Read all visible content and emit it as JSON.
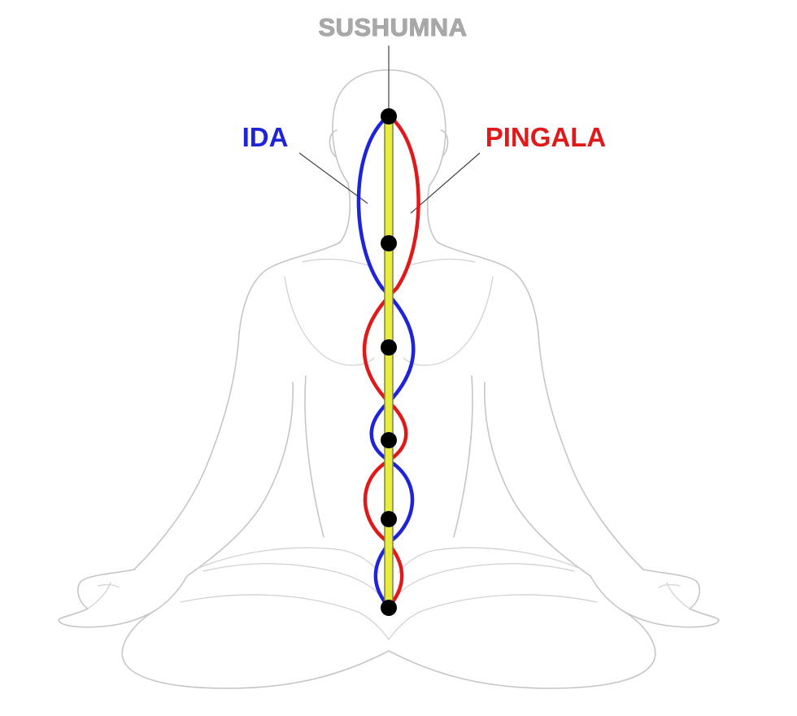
{
  "labels": {
    "sushumna": "SUSHUMNA",
    "ida": "IDA",
    "pingala": "PINGALA"
  },
  "colors": {
    "sushumna_fill": "#e8ec3a",
    "sushumna_edge": "#7f7f5a",
    "ida": "#1f24d8",
    "pingala": "#e01a1a",
    "chakra": "#000000",
    "body_outline": "#c6c6c6",
    "sushumna_label": "#a9a9a9"
  },
  "figure": {
    "pose": "seated meditation (lotus)",
    "chakra_count": 6
  }
}
